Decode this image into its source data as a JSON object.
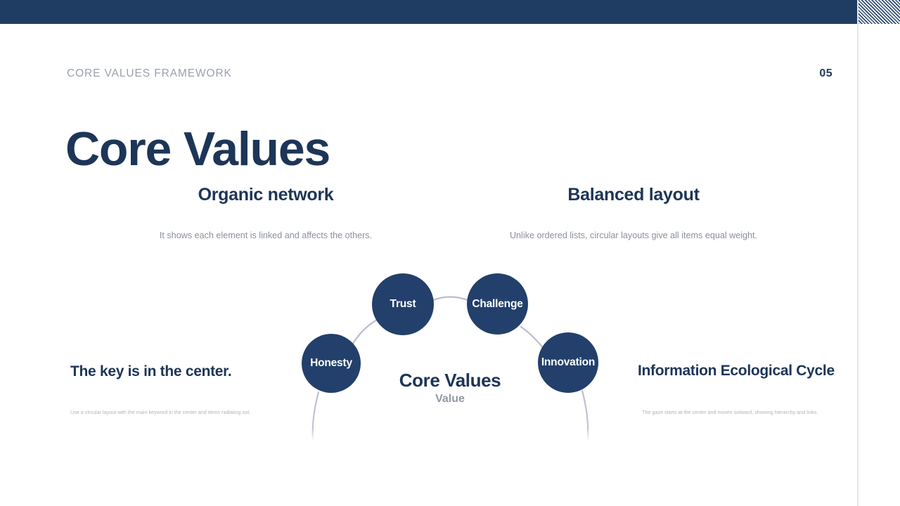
{
  "slide": {
    "eyebrow": "CORE VALUES FRAMEWORK",
    "page_number": "05",
    "title": "Core Values"
  },
  "columns": [
    {
      "heading": "Organic network",
      "subtitle": "It shows each element is linked and affects the others."
    },
    {
      "heading": "Balanced layout",
      "subtitle": "Unlike ordered lists, circular layouts give all items equal weight."
    }
  ],
  "side_blocks": [
    {
      "heading": "The key is in the center.",
      "caption": "Use a circular layout with the main keyword in the center and items radiating out."
    },
    {
      "heading": "Information Ecological Cycle",
      "caption": "The gaze starts at the center and moves outward, showing hierarchy and links."
    }
  ],
  "diagram": {
    "center_title": "Core Values",
    "center_subtitle": "Value",
    "nodes": [
      {
        "label": "Honesty"
      },
      {
        "label": "Trust"
      },
      {
        "label": "Challenge"
      },
      {
        "label": "Innovation"
      }
    ]
  },
  "colors": {
    "navy": "#1f3c63",
    "node_navy": "#22406b",
    "title_navy": "#1d3557",
    "muted_gray": "#8b9099",
    "connector": "#b9bdce"
  }
}
